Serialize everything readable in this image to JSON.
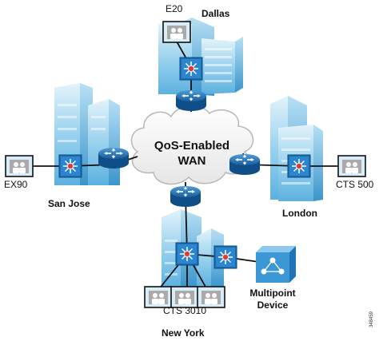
{
  "wan": {
    "line1": "QoS-Enabled",
    "line2": "WAN"
  },
  "sites": {
    "dallas": {
      "name": "Dallas",
      "endpoint": "E20"
    },
    "san_jose": {
      "name": "San Jose",
      "endpoint": "EX90"
    },
    "london": {
      "name": "London",
      "endpoint": "CTS 500"
    },
    "new_york": {
      "name": "New York",
      "endpoint": "CTS 3010"
    }
  },
  "multipoint": {
    "line1": "Multipoint",
    "line2": "Device"
  },
  "figure_id": "348459",
  "colors": {
    "building_light": "#cfe9f7",
    "building_mid": "#8ccbec",
    "building_dark": "#4aa3d6",
    "device_blue": "#1f73b7",
    "device_dark": "#0d4f86",
    "star_red": "#e03c31",
    "line": "#111111",
    "cloud_edge": "#b3b3b3"
  }
}
